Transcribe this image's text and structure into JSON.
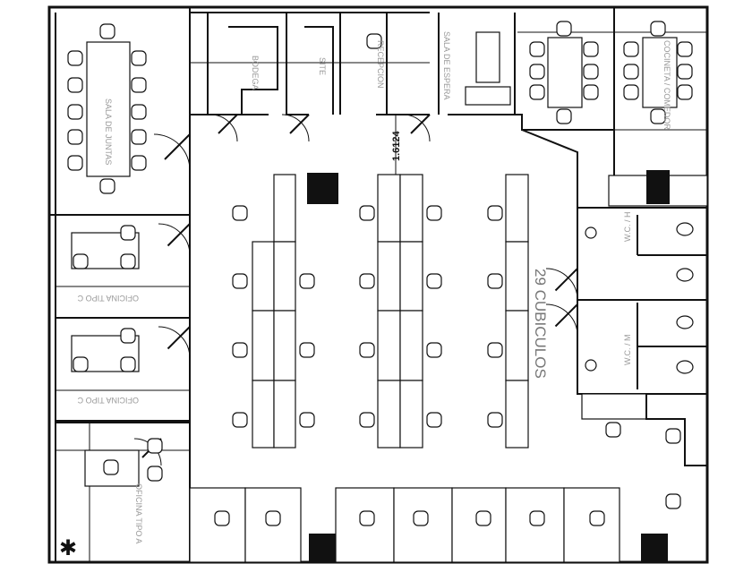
{
  "plan": {
    "rooms": {
      "sala_juntas": "SALA DE JUNTAS",
      "bodega": "BODEGA",
      "site": "SITE",
      "recepcion": "RECEPCION",
      "sala_espera": "SALA DE ESPERA",
      "cocineta": "COCINETA / COMEDOR",
      "wc_h": "W.C. / H",
      "wc_m": "W.C. / M",
      "oficina_c1": "OFICINA TIPO C",
      "oficina_c2": "OFICINA TIPO C",
      "oficina_a": "OFICINA TIPO A",
      "cubiculos": "29 CUBICULOS"
    },
    "dimension": "1.6124"
  }
}
